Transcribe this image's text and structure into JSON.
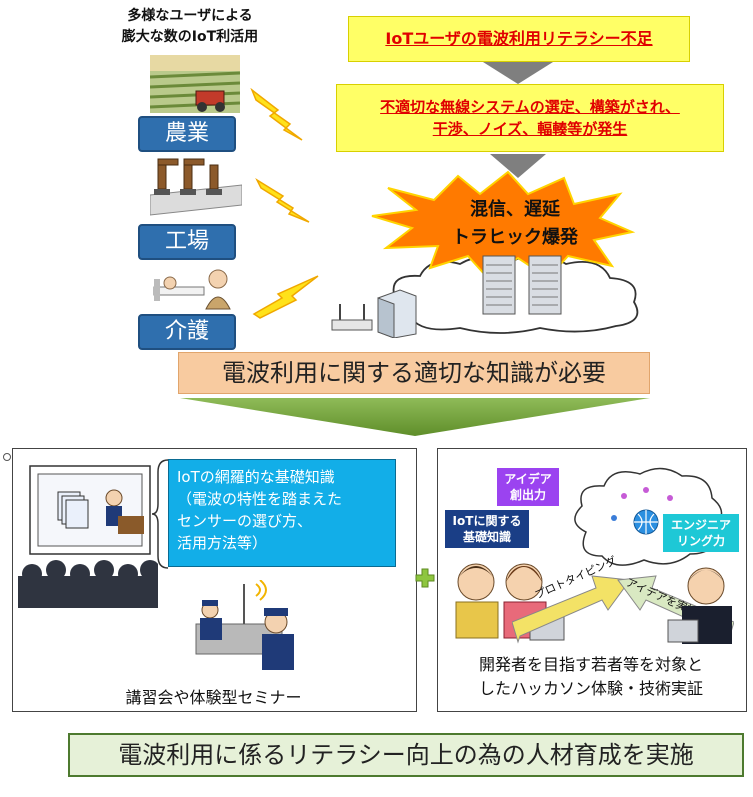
{
  "users_heading": "多様なユーザによる\n膨大な数のIoT利活用",
  "sectors": [
    "農業",
    "工場",
    "介護"
  ],
  "problem_box1": "IoTユーザの電波利用リテラシー不足",
  "problem_box2": "不適切な無線システムの選定、構築がされ、\n干渉、ノイズ、輻輳等が発生",
  "burst_text": "混信、遅延\nトラヒック爆発",
  "need_banner": "電波利用に関する適切な知識が必要",
  "left_panel": {
    "knowledge_box": "IoTの網羅的な基礎知識\n（電波の特性を踏まえた\nセンサーの選び方、\n活用方法等）",
    "caption": "講習会や体験型セミナー"
  },
  "right_panel": {
    "idea_label": "アイデア\n創出力",
    "iot_label": "IoTに関する\n基礎知識",
    "engineering_label": "エンジニア\nリング力",
    "arrow1": "プロトタイピング",
    "arrow2": "アイデアを実証",
    "caption": "開発者を目指す若者等を対象と\nしたハッカソン体験・技術実証"
  },
  "bottom_banner": "電波利用に係るリテラシー向上の為の人材育成を実施",
  "colors": {
    "sector_blue": "#2f6fae",
    "problem_yellow": "#ffff66",
    "problem_red": "#e00000",
    "burst_orange": "#ff7a00",
    "need_orange": "#f8cba0",
    "down_arrow_green": "#73a33a",
    "knowledge_blue": "#12aee8",
    "result_green": "#e6f1d8",
    "plus_green": "#8ec63f"
  }
}
